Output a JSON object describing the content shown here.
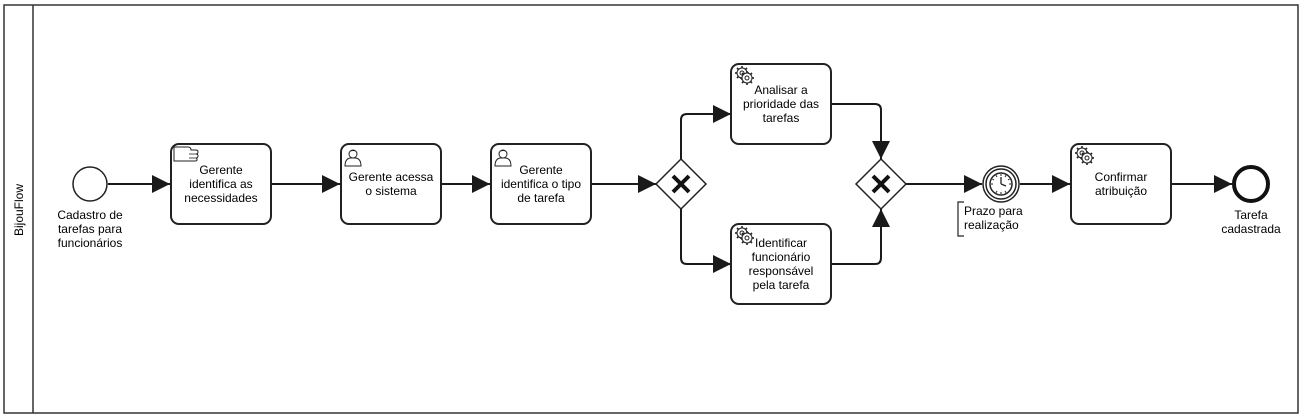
{
  "pool": {
    "name": "BijouFlow"
  },
  "start_event": {
    "label": "Cadastro de\ntarefas para\nfuncionários"
  },
  "tasks": [
    {
      "label": "Gerente\nidentifica as\nnecessidades",
      "type": "manual-task"
    },
    {
      "label": "Gerente acessa\no sistema",
      "type": "user-task"
    },
    {
      "label": "Gerente\nidentifica o tipo\nde tarefa",
      "type": "user-task"
    },
    {
      "label": "Analisar a\nprioridade das\ntarefas",
      "type": "service-task"
    },
    {
      "label": "Identificar\nfuncionário\nresponsável\npela tarefa",
      "type": "service-task"
    },
    {
      "label": "Confirmar\natribuição",
      "type": "service-task"
    }
  ],
  "timer_event": {
    "label": "Prazo para\nrealização"
  },
  "end_event": {
    "label": "Tarefa\ncadastrada"
  }
}
